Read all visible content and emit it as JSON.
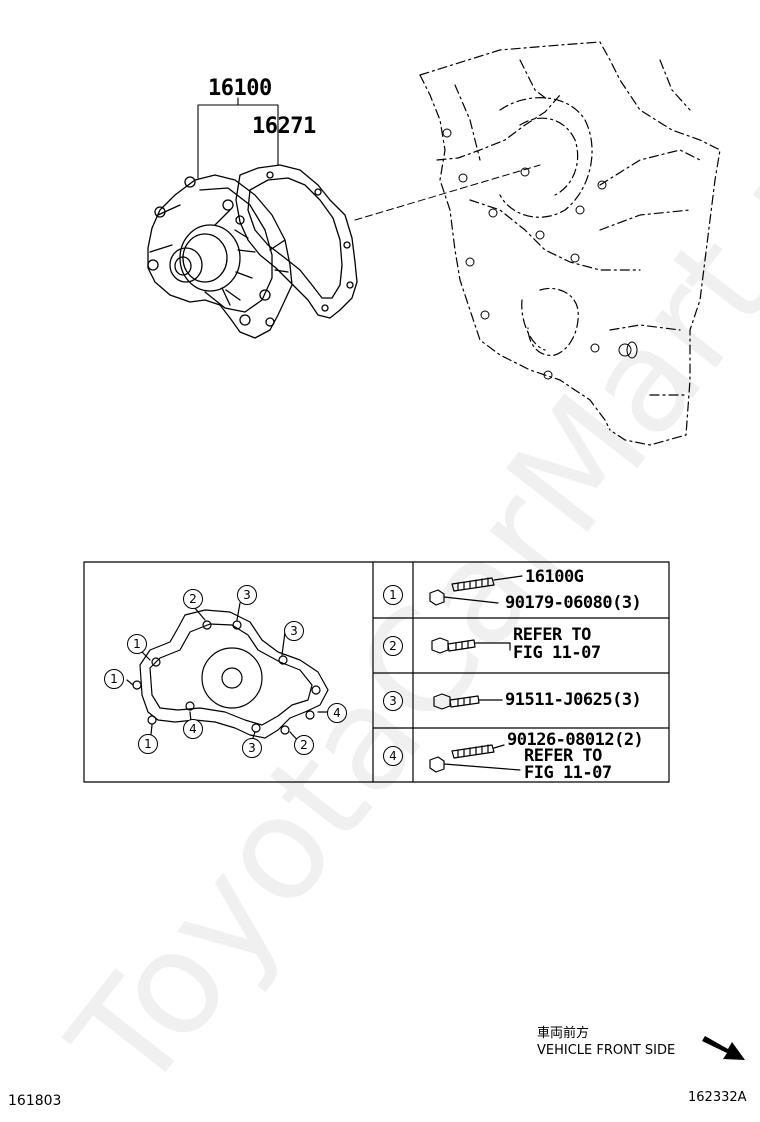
{
  "callouts": {
    "pump_assy": "16100",
    "gasket": "16271"
  },
  "legend": {
    "markers": [
      "1",
      "2",
      "3",
      "4"
    ],
    "rows": [
      {
        "marker": "1",
        "part_main": "16100G",
        "part_sub": "90179-06080(3)"
      },
      {
        "marker": "2",
        "refer_line1": "REFER TO",
        "refer_line2": "FIG 11-07"
      },
      {
        "marker": "3",
        "part_main": "91511-J0625(3)"
      },
      {
        "marker": "4",
        "part_main": "90126-08012(2)",
        "refer_line1": "REFER TO",
        "refer_line2": "FIG 11-07"
      }
    ]
  },
  "direction": {
    "jp": "車両前方",
    "en": "VEHICLE FRONT SIDE"
  },
  "footer": {
    "left_code": "161803",
    "right_code": "162332A"
  },
  "watermark": "ToyotaCarMart.ru"
}
